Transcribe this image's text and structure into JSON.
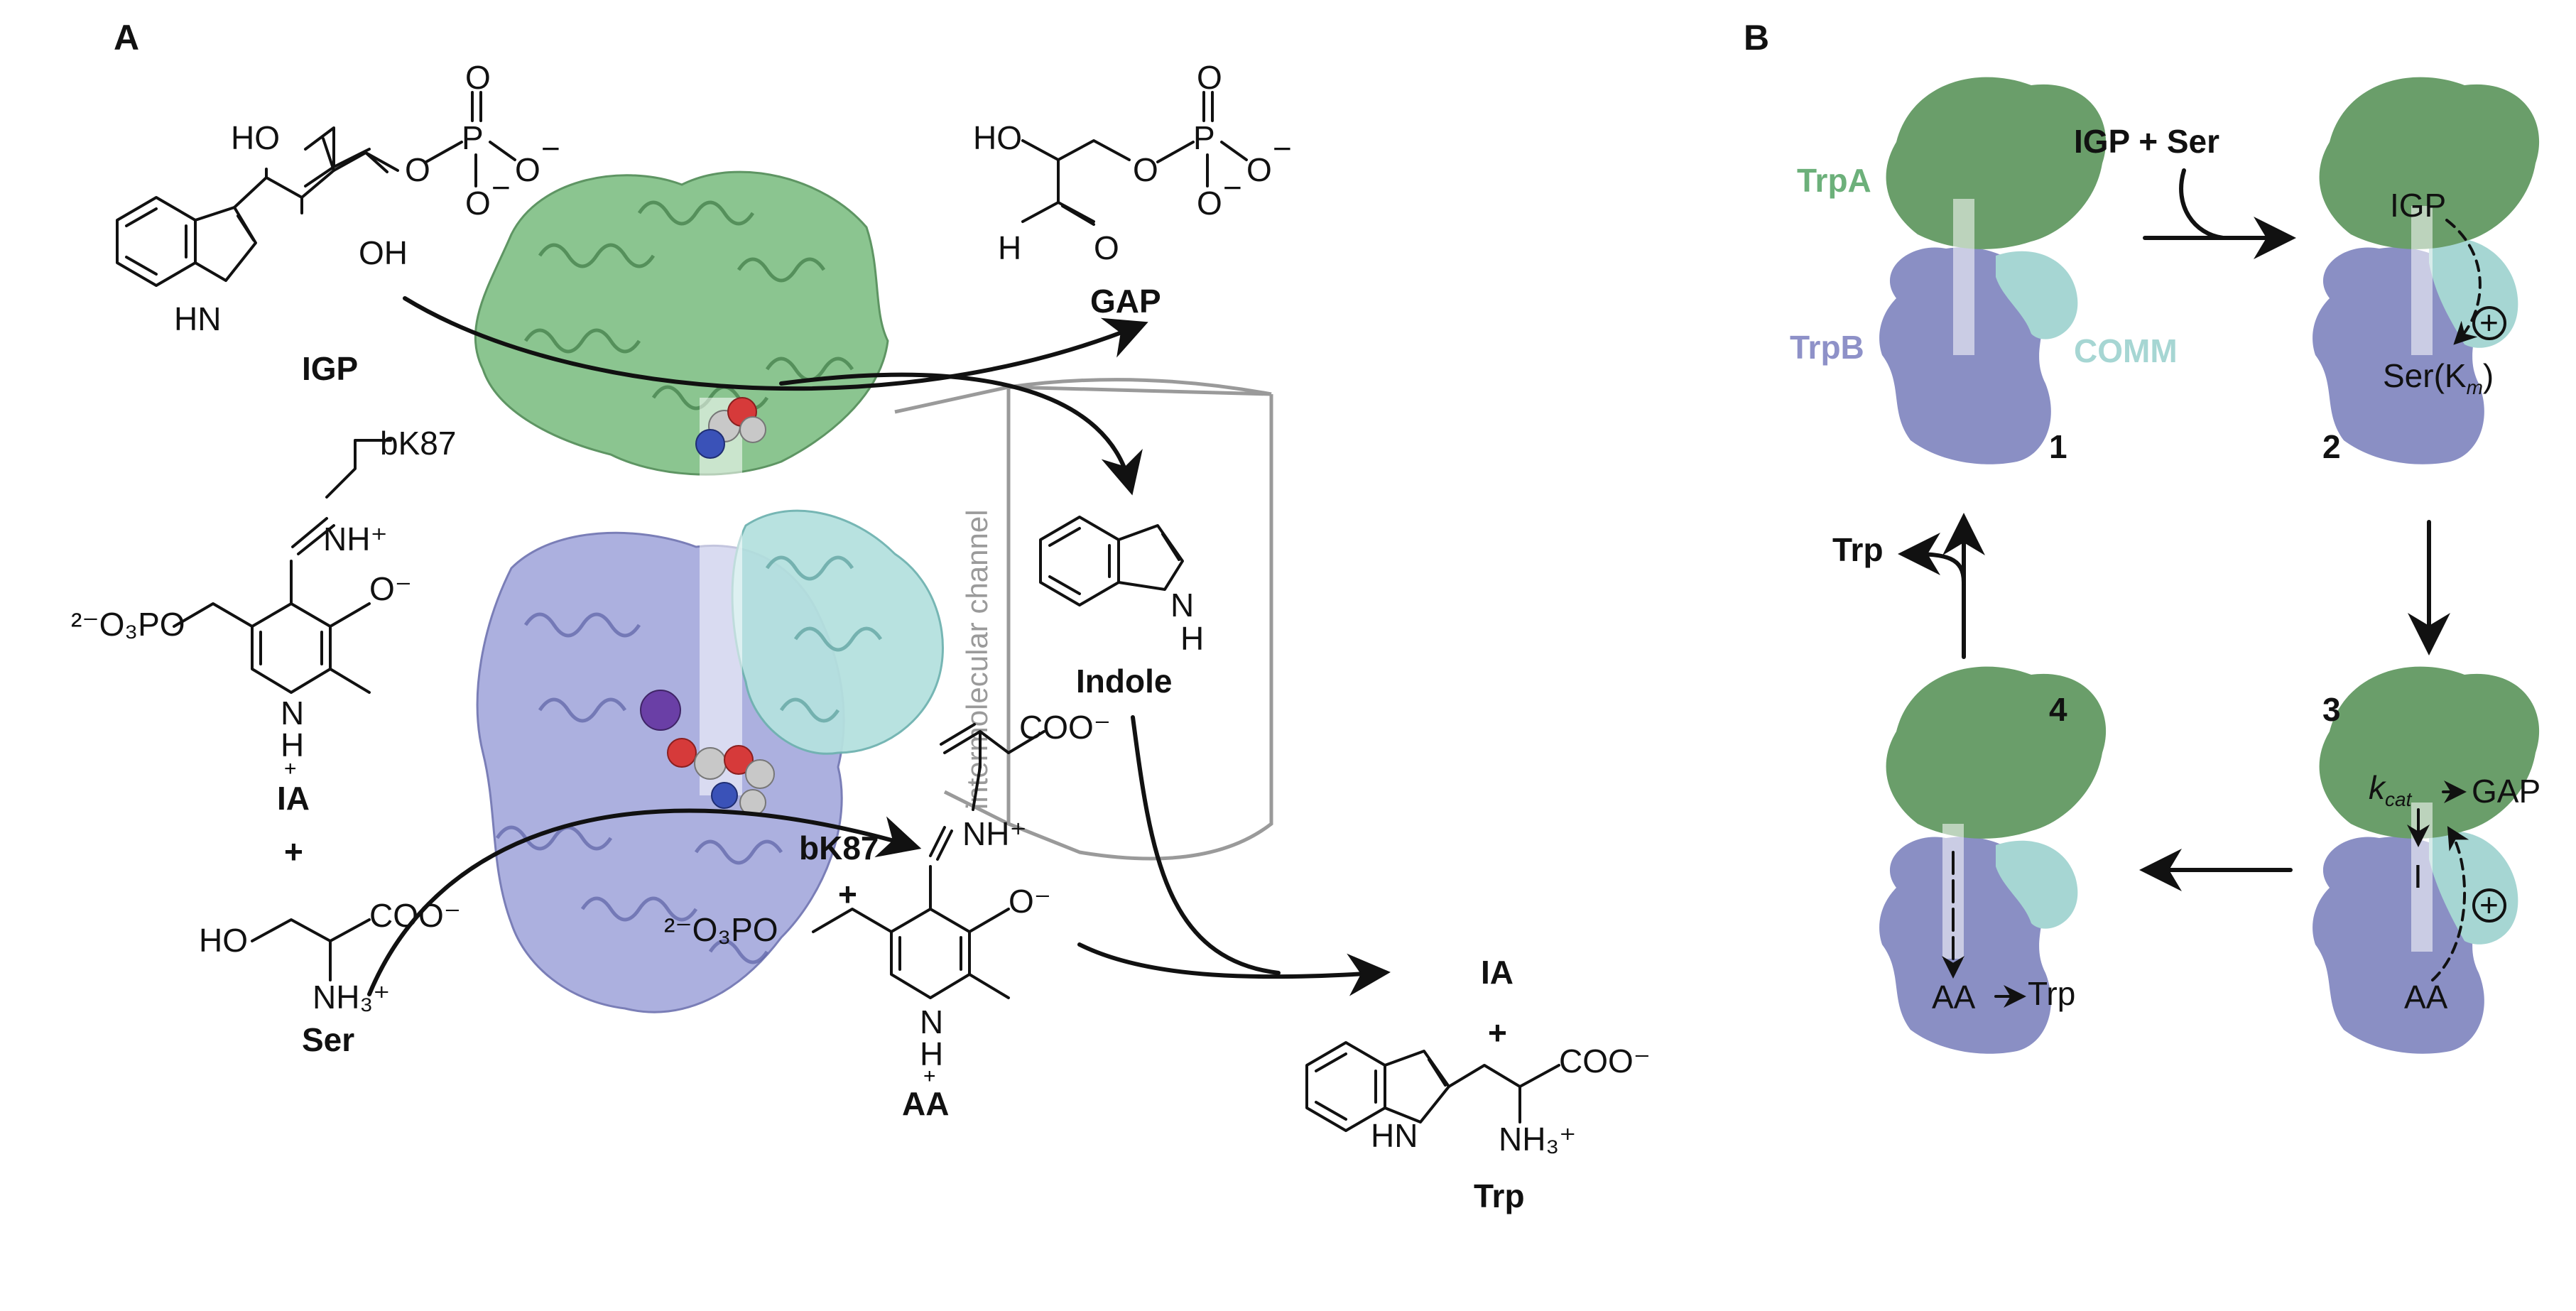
{
  "panel_a": {
    "label": "A",
    "igp": {
      "label": "IGP",
      "ho1": "HO",
      "oh2": "OH",
      "o1": "O",
      "p": "P",
      "o2": "O",
      "o_minus1": "O",
      "o_minus2": "O",
      "minus": "−",
      "nh": "HN"
    },
    "gap": {
      "label": "GAP",
      "ho": "HO",
      "h": "H",
      "o": "O",
      "o1": "O",
      "p": "P",
      "o2": "O",
      "o3": "O",
      "o4": "O",
      "minus": "−"
    },
    "indole": {
      "label": "Indole",
      "n": "N",
      "h": "H"
    },
    "channel_label": "intermolecular channel",
    "ia_top": {
      "bk87": "bK87",
      "nh_plus": "NH⁺",
      "o_minus": "O⁻",
      "po3": "²⁻O₃PO",
      "n": "N",
      "h": "H",
      "plus_charge": "+",
      "label": "IA"
    },
    "plus1": "+",
    "ser": {
      "label": "Ser",
      "ho": "HO",
      "coo": "COO⁻",
      "nh3": "NH₃⁺"
    },
    "aa": {
      "bk87": "bK87",
      "plus": "+",
      "coo": "COO⁻",
      "nh_plus": "NH⁺",
      "o_minus": "O⁻",
      "po3": "²⁻O₃PO",
      "n": "N",
      "h": "H",
      "plus_charge": "+",
      "label": "AA"
    },
    "products": {
      "ia": "IA",
      "plus": "+",
      "trp": {
        "label": "Trp",
        "hn": "HN",
        "coo": "COO⁻",
        "nh3": "NH₃⁺"
      }
    }
  },
  "panel_b": {
    "label": "B",
    "legend": {
      "trpa": "TrpA",
      "trpb": "TrpB",
      "comm": "COMM"
    },
    "reagents": "IGP + Ser",
    "product": "Trp",
    "state1": {
      "number": "1"
    },
    "state2": {
      "number": "2",
      "igp": "IGP",
      "ser": "Ser(K",
      "km_sub": "m",
      "close": ")",
      "plus": "+"
    },
    "state3": {
      "number": "3",
      "kcat": "k",
      "kcat_sub": "cat",
      "gap": "GAP",
      "i": "I",
      "aa": "AA",
      "plus": "+"
    },
    "state4": {
      "number": "4",
      "aa": "AA",
      "trp": "Trp"
    }
  },
  "colors": {
    "trpa": "#6a9e6a",
    "trpb": "#8a8fc4",
    "comm": "#a5d4d2",
    "channel_gray": "#9a9a9a",
    "label_green": "#6cb07a",
    "label_purple": "#8e91c8",
    "label_teal": "#a6d6d3",
    "oxygen": "#d63a3a",
    "nitrogen": "#3a52b8",
    "potassium": "#6a3fa6"
  },
  "icons": {
    "arrow": "curved-reaction-arrow",
    "protein": "protein-ribbon-structure"
  }
}
